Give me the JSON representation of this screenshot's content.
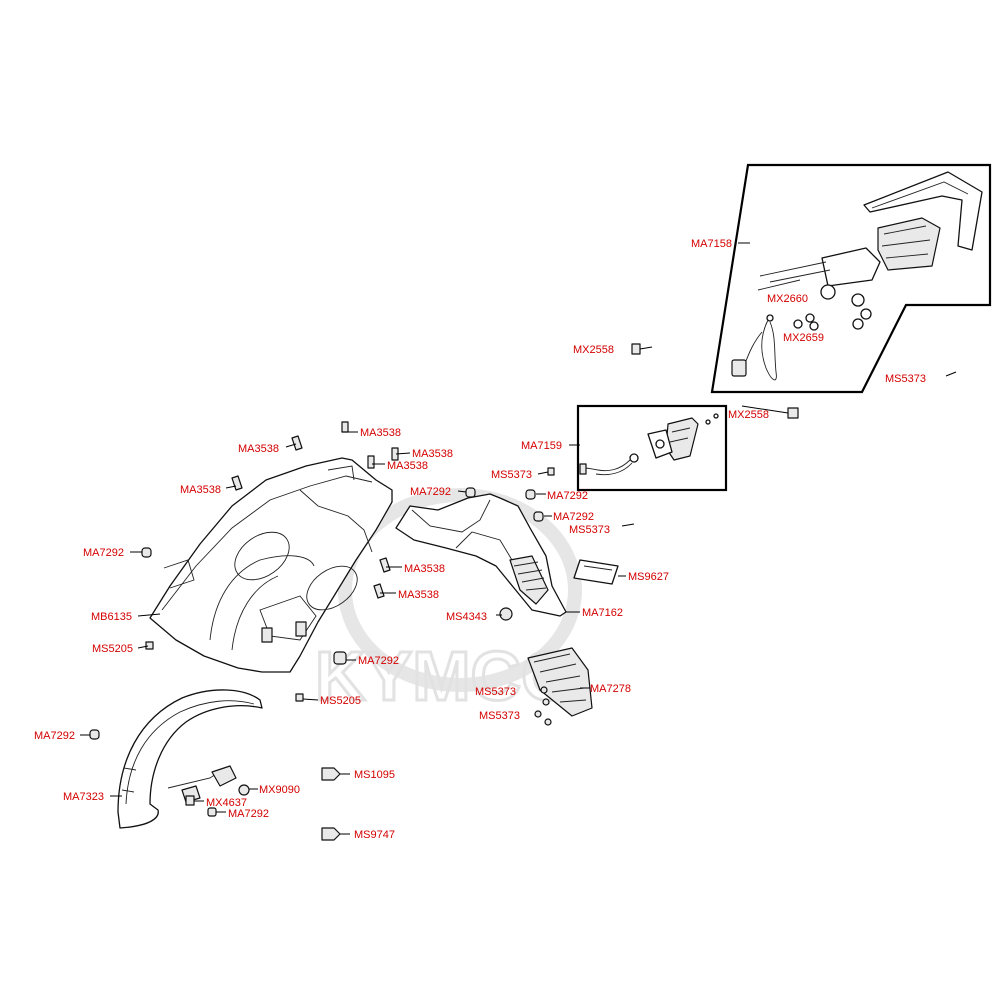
{
  "watermark": "KYMCO",
  "colors": {
    "label": "#d40000",
    "line": "#111111",
    "background": "#ffffff",
    "watermark": "#e2e2e2"
  },
  "labels": [
    {
      "id": "ma7158",
      "text": "MA7158"
    },
    {
      "id": "mx2660",
      "text": "MX2660"
    },
    {
      "id": "mx2659",
      "text": "MX2659"
    },
    {
      "id": "mx2558-a",
      "text": "MX2558"
    },
    {
      "id": "ms5373-a",
      "text": "MS5373"
    },
    {
      "id": "mx2558-b",
      "text": "MX2558"
    },
    {
      "id": "ma7159",
      "text": "MA7159"
    },
    {
      "id": "ms5373-b",
      "text": "MS5373"
    },
    {
      "id": "ma7292-a",
      "text": "MA7292"
    },
    {
      "id": "ma7292-b",
      "text": "MA7292"
    },
    {
      "id": "ma7292-c",
      "text": "MA7292"
    },
    {
      "id": "ms5373-c",
      "text": "MS5373"
    },
    {
      "id": "ms9627",
      "text": "MS9627"
    },
    {
      "id": "ms4343",
      "text": "MS4343"
    },
    {
      "id": "ma7162",
      "text": "MA7162"
    },
    {
      "id": "ma7278",
      "text": "MA7278"
    },
    {
      "id": "ms5373-d",
      "text": "MS5373"
    },
    {
      "id": "ms5373-e",
      "text": "MS5373"
    },
    {
      "id": "ma3538-a",
      "text": "MA3538"
    },
    {
      "id": "ma3538-b",
      "text": "MA3538"
    },
    {
      "id": "ma3538-c",
      "text": "MA3538"
    },
    {
      "id": "ma3538-d",
      "text": "MA3538"
    },
    {
      "id": "ma3538-e",
      "text": "MA3538"
    },
    {
      "id": "ma3538-f",
      "text": "MA3538"
    },
    {
      "id": "ma3538-g",
      "text": "MA3538"
    },
    {
      "id": "ma7292-d",
      "text": "MA7292"
    },
    {
      "id": "mb6135",
      "text": "MB6135"
    },
    {
      "id": "ms5205-a",
      "text": "MS5205"
    },
    {
      "id": "ma7292-e",
      "text": "MA7292"
    },
    {
      "id": "ms5205-b",
      "text": "MS5205"
    },
    {
      "id": "ma7292-f",
      "text": "MA7292"
    },
    {
      "id": "ma7323",
      "text": "MA7323"
    },
    {
      "id": "mx9090",
      "text": "MX9090"
    },
    {
      "id": "mx4637",
      "text": "MX4637"
    },
    {
      "id": "ma7292-g",
      "text": "MA7292"
    },
    {
      "id": "ms1095",
      "text": "MS1095"
    },
    {
      "id": "ms9747",
      "text": "MS9747"
    }
  ]
}
